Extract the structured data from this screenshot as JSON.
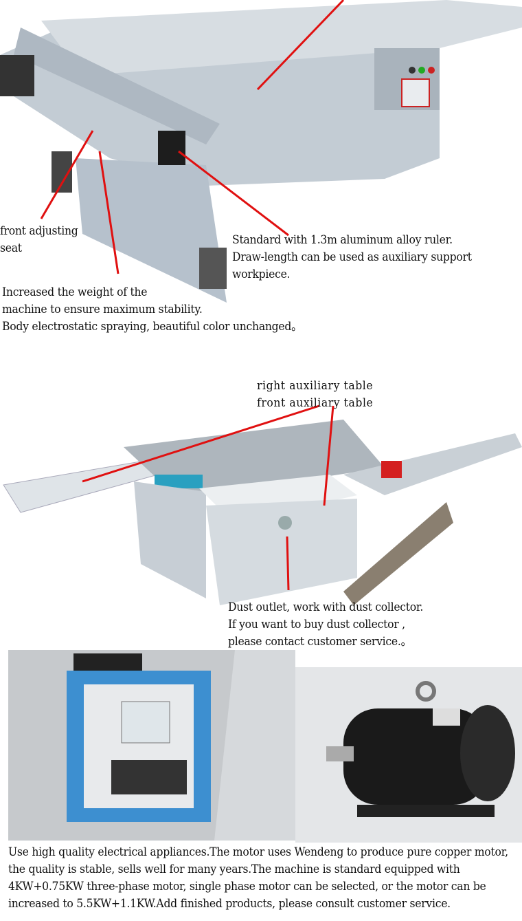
{
  "section1": {
    "label_front_seat": "front adjusting\n seat",
    "label_ruler": "Standard with  1.3m aluminum alloy ruler.\nDraw-length can be used as auxiliary support\nworkpiece.",
    "label_weight": "Increased the weight of the\nmachine to ensure maximum stability.\nBody electrostatic spraying, beautiful color unchanged。"
  },
  "section2": {
    "label_tables": "right auxiliary table\nfront auxiliary table",
    "label_dust": "Dust outlet, work with dust collector.\nIf you want to buy dust collector ,\nplease contact customer service.。"
  },
  "section3": {
    "description": "Use high quality electrical appliances.The motor uses Wendeng to produce pure copper motor, the quality is stable, sells well for many years.The machine is standard equipped with 4KW+0.75KW three-phase motor, single phase motor can be selected, or the motor can be increased to 5.5KW+1.1KW.Add finished products, please consult customer service."
  },
  "colors": {
    "arrow": "#e01010",
    "machine": "#b9c3cc",
    "panel_blue": "#3d8fd0",
    "motor": "#1a1a1a"
  }
}
